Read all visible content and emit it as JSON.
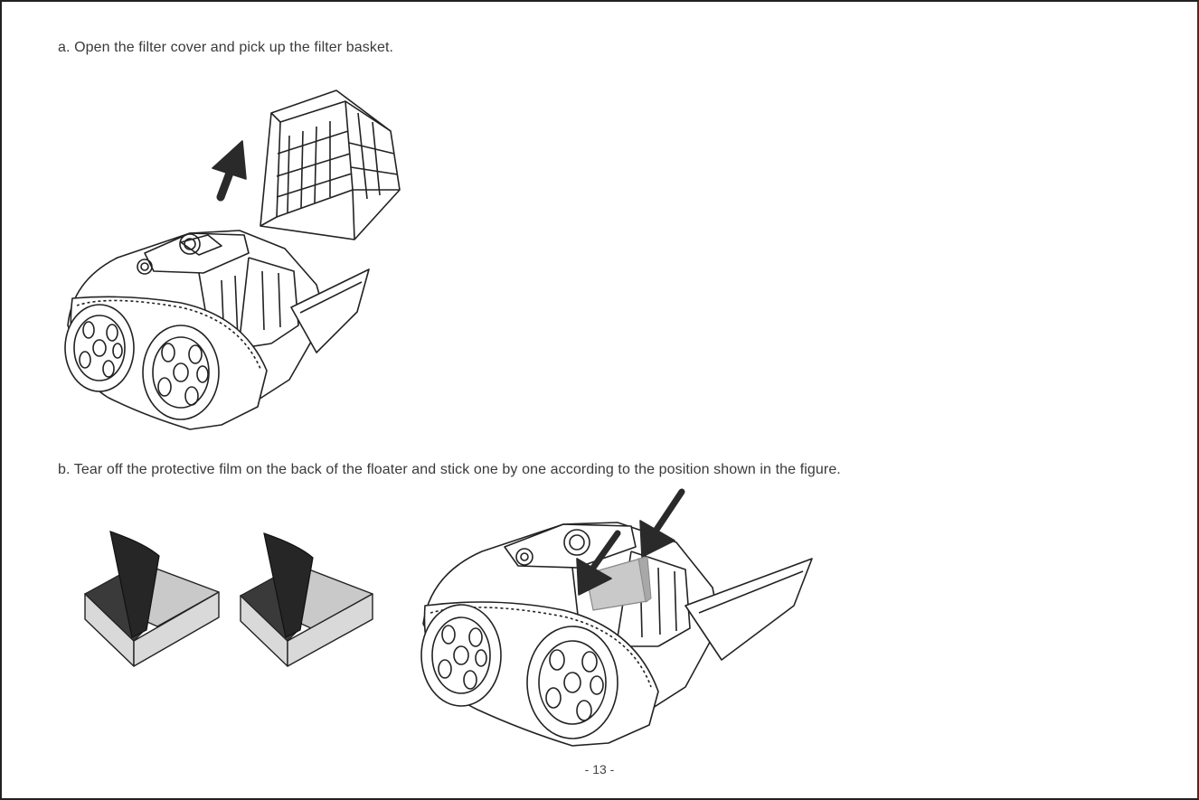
{
  "steps": {
    "a": "a. Open the filter cover and pick up the filter basket.",
    "b": "b. Tear off the protective film on the back of the floater and stick one by one according to the position shown in the figure."
  },
  "page_number": "- 13 -",
  "colors": {
    "line": "#222222",
    "arrow": "#2a2a2a",
    "floater_top": "#c9c9c9",
    "floater_side": "#d9d9d9",
    "film": "#262626",
    "text": "#3a3a3a"
  }
}
